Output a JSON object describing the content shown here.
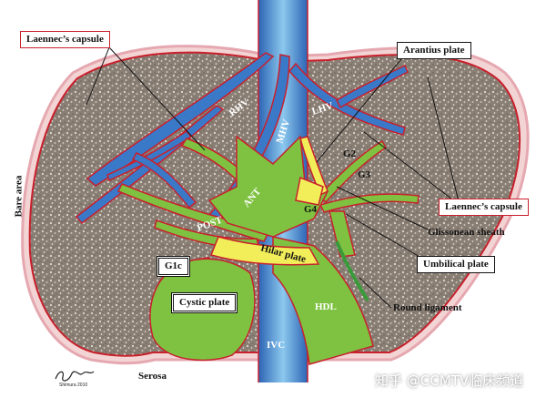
{
  "labels": {
    "laennec_top": "Laennec’s capsule",
    "arantius": "Arantius plate",
    "laennec_right": "Laennec’s capsule",
    "glissonean": "Glissonean sheath",
    "umbilical": "Umbilical plate",
    "round_ligament": "Round ligament",
    "bare_area": "Bare area",
    "serosa": "Serosa",
    "g1c": "G1c",
    "cystic": "Cystic plate",
    "hilar": "Hilar plate",
    "rhv": "RHV",
    "mhv": "MHV",
    "lhv": "LHV",
    "ant": "ANT",
    "post": "POST",
    "g2": "G2",
    "g3": "G3",
    "g4": "G4",
    "hdl": "HDL",
    "ivc": "IVC"
  },
  "watermark": "知乎 @CCMTV临床频道",
  "signature": "Shimura 2010",
  "colors": {
    "parenchyma": "#8a7f75",
    "capsule": "#c8202c",
    "vein": "#3a78c8",
    "vein_light": "#9fd0f0",
    "glisson": "#7fc241",
    "plate": "#f2ee5a",
    "background": "#ffffff"
  }
}
